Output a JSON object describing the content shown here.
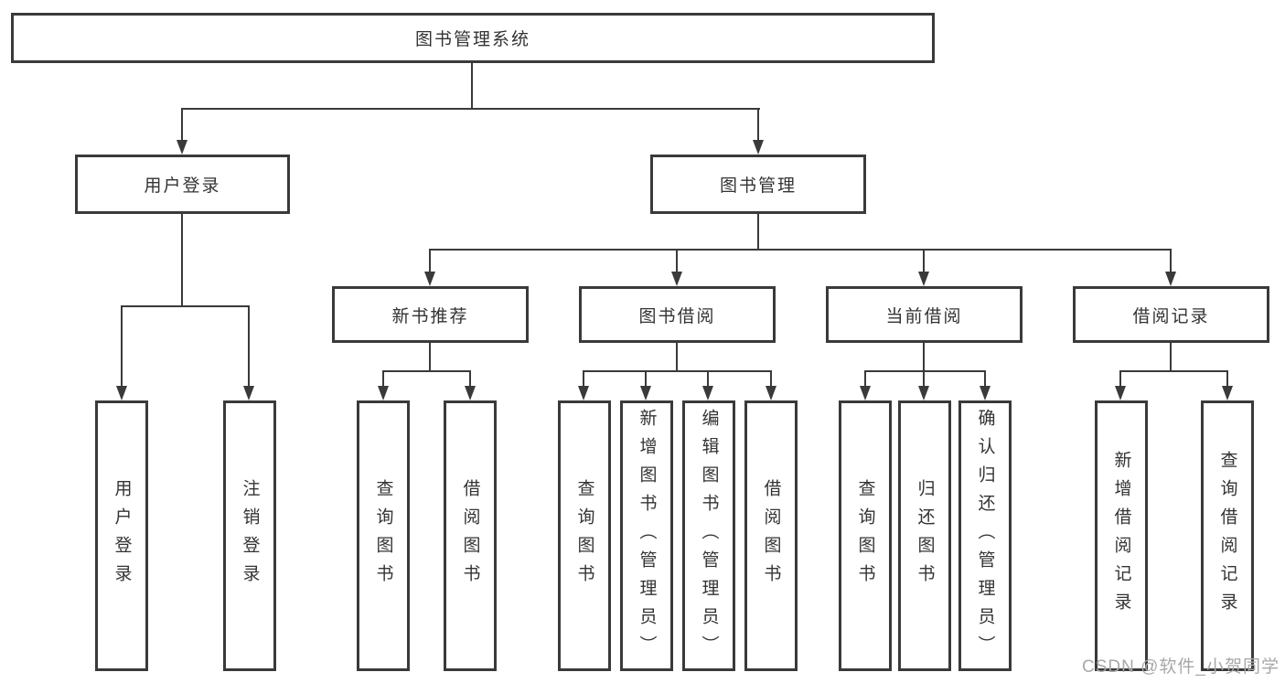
{
  "tree": {
    "root": {
      "label": "图书管理系统"
    },
    "user_login": {
      "label": "用户登录",
      "children": [
        {
          "label": "用户登录"
        },
        {
          "label": "注销登录"
        }
      ]
    },
    "book_management": {
      "label": "图书管理",
      "children": [
        {
          "label": "新书推荐",
          "children": [
            {
              "label": "查询图书"
            },
            {
              "label": "借阅图书"
            }
          ]
        },
        {
          "label": "图书借阅",
          "children": [
            {
              "label": "查询图书"
            },
            {
              "label": "新增图书（管理员）"
            },
            {
              "label": "编辑图书（管理员）"
            },
            {
              "label": "借阅图书"
            }
          ]
        },
        {
          "label": "当前借阅",
          "children": [
            {
              "label": "查询图书"
            },
            {
              "label": "归还图书"
            },
            {
              "label": "确认归还（管理员）"
            }
          ]
        },
        {
          "label": "借阅记录",
          "children": [
            {
              "label": "新增借阅记录"
            },
            {
              "label": "查询借阅记录"
            }
          ]
        }
      ]
    }
  },
  "watermark": "CSDN @软件_小贺同学",
  "colors": {
    "line": "#3a3a3a",
    "text": "#333333",
    "watermark": "#a8a8a8",
    "background": "#ffffff"
  }
}
